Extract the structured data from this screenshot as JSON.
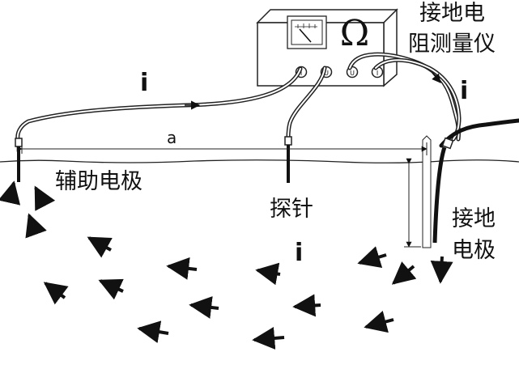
{
  "labels": {
    "instrument": [
      "接地电",
      "阻测量仪"
    ],
    "auxiliary_electrode": "辅助电极",
    "probe": "探针",
    "ground_electrode": [
      "接地",
      "电极"
    ],
    "distance": "a",
    "current": "i"
  },
  "meter": {
    "symbol": "Ω",
    "terminals": [
      "I",
      "U",
      "U",
      "I"
    ]
  }
}
